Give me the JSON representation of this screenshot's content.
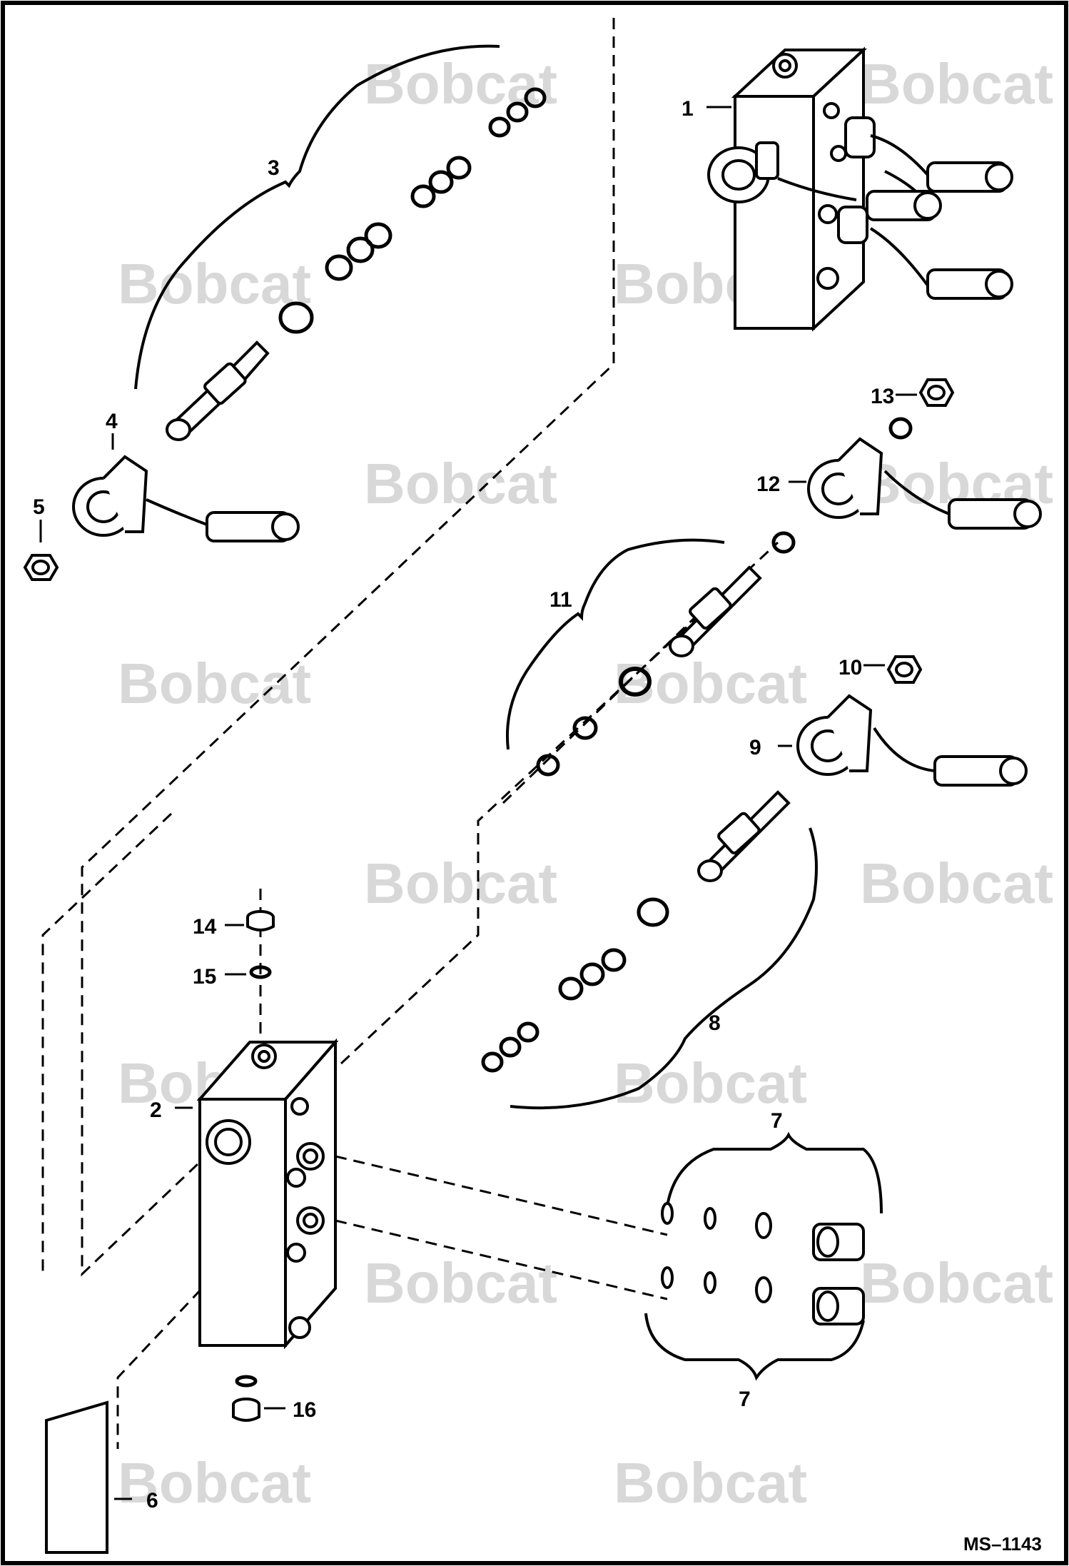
{
  "watermark": {
    "text": "Bobcat",
    "color": "#d8d8d8"
  },
  "drawing_number": "MS–1143",
  "callouts": {
    "c1": "1",
    "c2": "2",
    "c3": "3",
    "c4": "4",
    "c5": "5",
    "c6": "6",
    "c7a": "7",
    "c7b": "7",
    "c8": "8",
    "c9": "9",
    "c10": "10",
    "c11": "11",
    "c12": "12",
    "c13": "13",
    "c14": "14",
    "c15": "15",
    "c16": "16"
  },
  "colors": {
    "line": "#000000",
    "border": "#000000",
    "background": "#ffffff"
  }
}
